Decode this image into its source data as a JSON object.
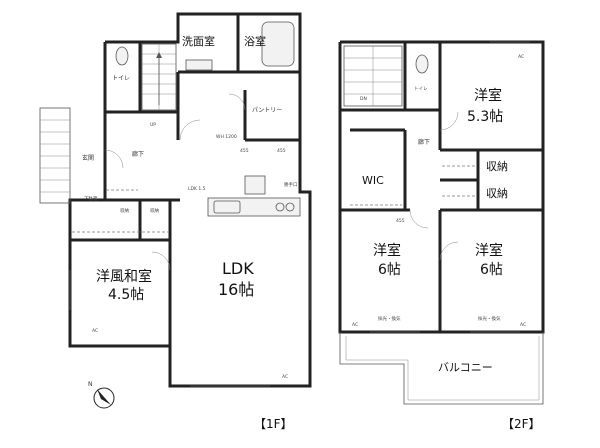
{
  "rooms_1f": {
    "washroom": "洗面室",
    "bathroom": "浴室",
    "toilet": "トイレ",
    "pantry": "パントリー",
    "hall": "廊下",
    "entrance": "玄関",
    "shoe_box": "下駄箱",
    "storage_a": "収納",
    "storage_b": "収納",
    "washitsu_name": "洋風和室",
    "washitsu_size": "4.5帖",
    "ldk_name": "LDK",
    "ldk_size": "16帖",
    "kitchen_note": "勝手口"
  },
  "rooms_2f": {
    "hall": "廊下",
    "toilet": "トイレ",
    "wic": "WIC",
    "room_ne_name": "洋室",
    "room_ne_size": "5.3帖",
    "storage_1": "収納",
    "storage_2": "収納",
    "room_c_name": "洋室",
    "room_c_size": "6帖",
    "room_e_name": "洋室",
    "room_e_size": "6帖",
    "balcony": "バルコニー"
  },
  "labels": {
    "floor_1": "【1F】",
    "floor_2": "【2F】",
    "north": "N",
    "up_1f": "UP",
    "down_2f": "DN",
    "ac": "AC"
  },
  "small_notes": {
    "d455": "455",
    "d455b": "455",
    "d455c": "455",
    "wh": "WH 1200",
    "ldk_note": "LDK 1.5",
    "win_1": "採光・換気",
    "win_2": "採光・換気"
  }
}
